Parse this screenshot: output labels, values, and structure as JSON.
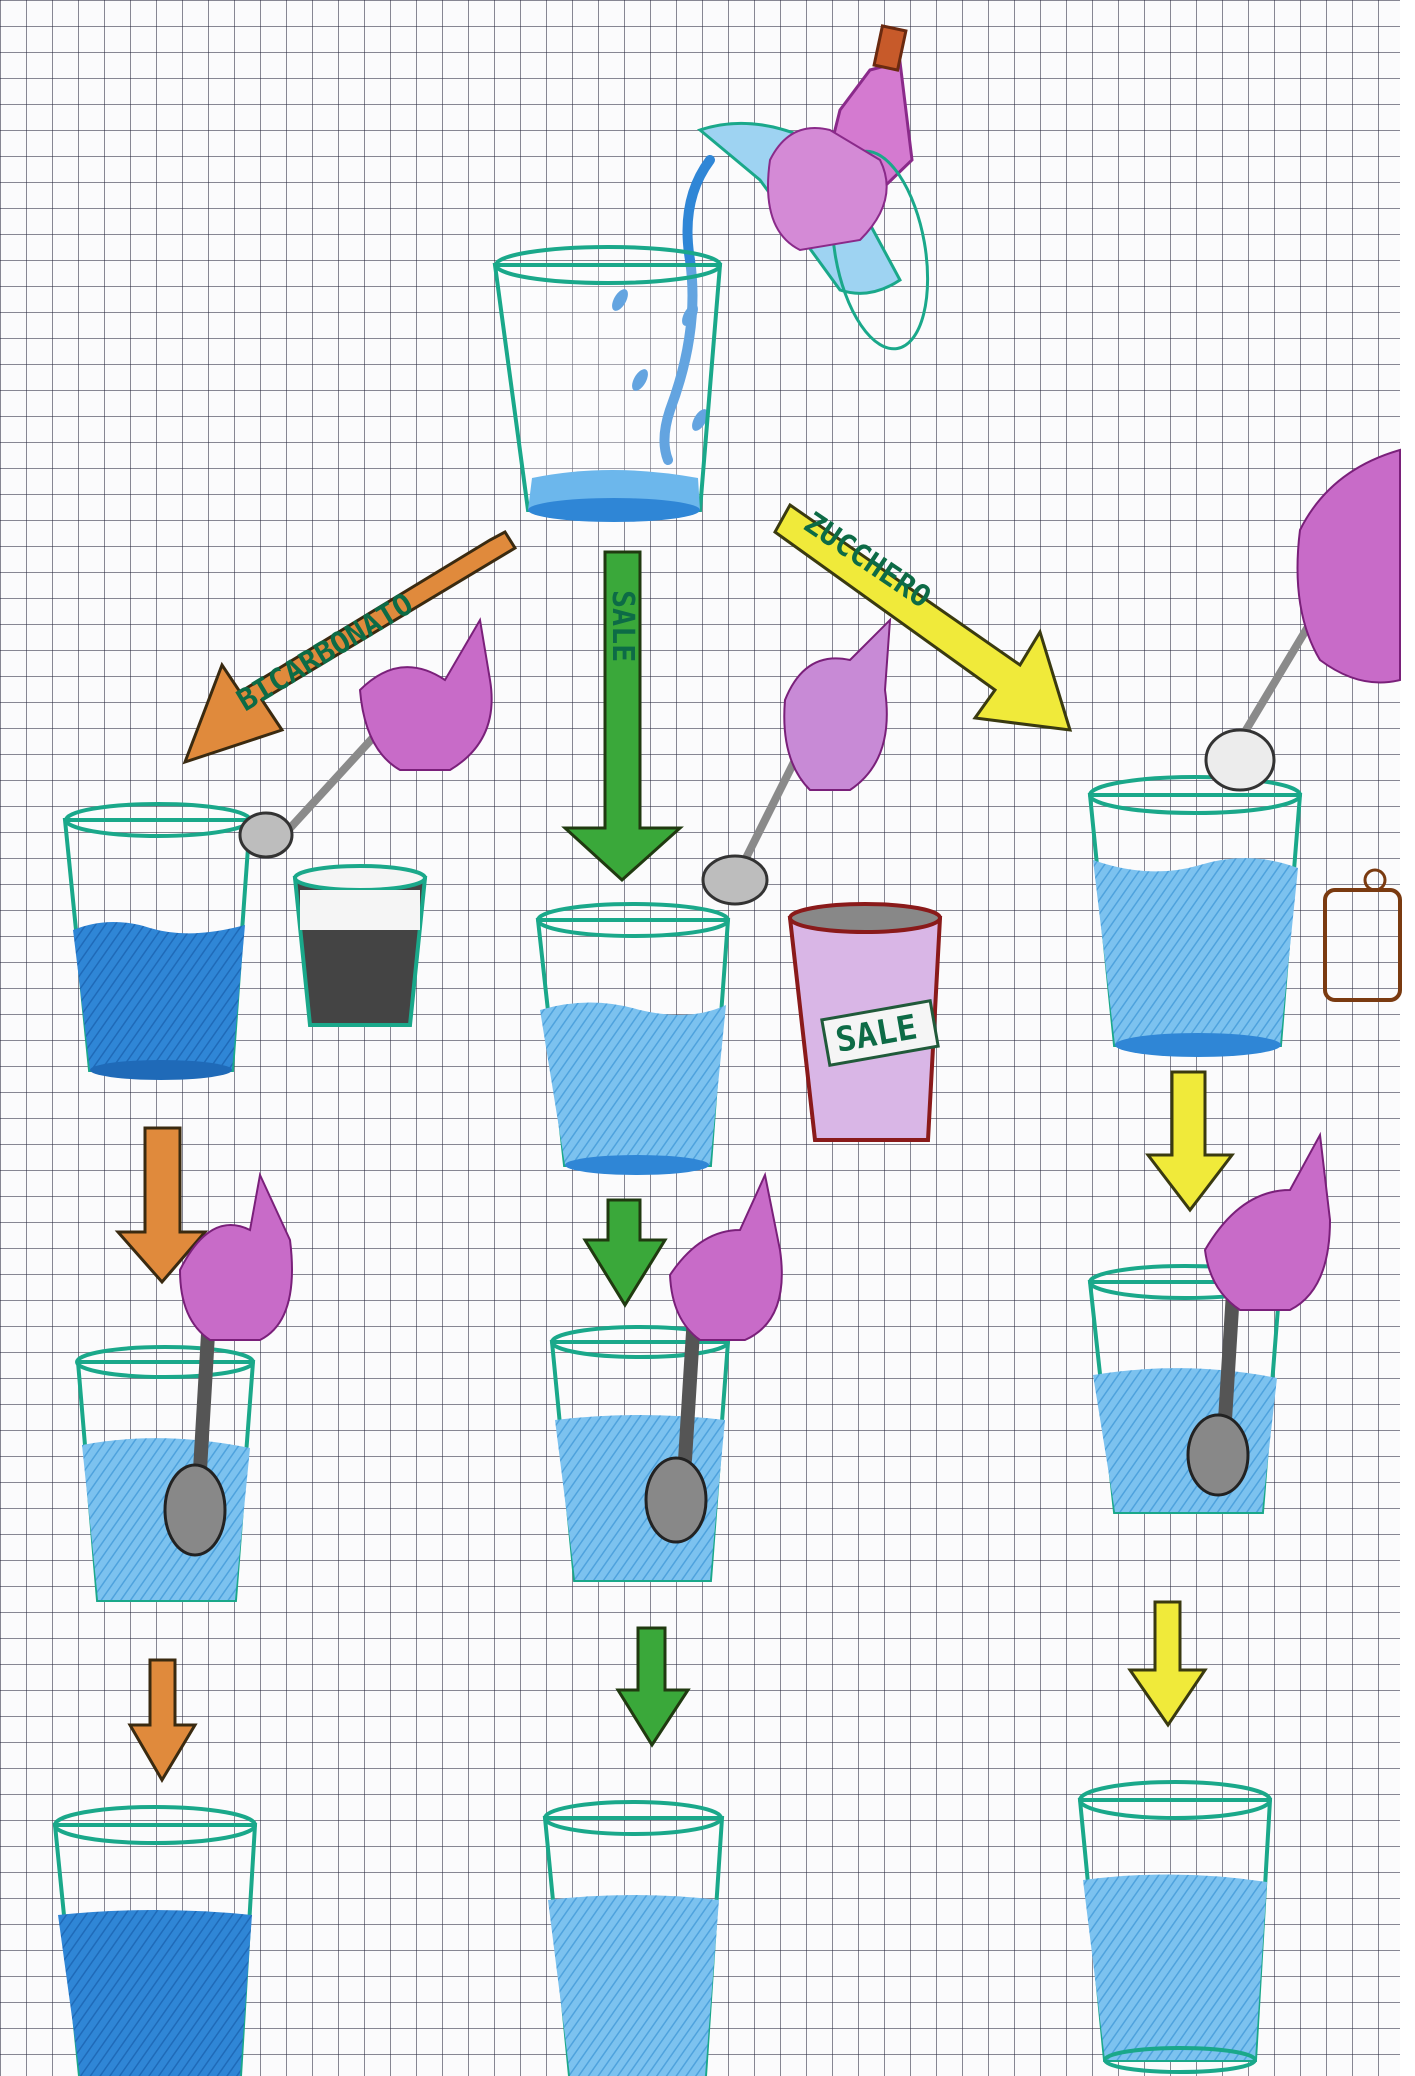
{
  "labels": {
    "bicarbonato": "BICARBONATO",
    "sale_arrow": "SALE",
    "zucchero": "ZUCCHERO",
    "sale_box": "SALE"
  },
  "colors": {
    "glass_outline": "#1aa88a",
    "water": "#2f86d6",
    "water_light": "#6cb7ec",
    "hand": "#c86bc8",
    "arrow_bicarbonato": "#e08a3c",
    "arrow_sale": "#3aa83a",
    "arrow_zucchero": "#f0ea3a",
    "spoon": "#8a8a8a"
  }
}
